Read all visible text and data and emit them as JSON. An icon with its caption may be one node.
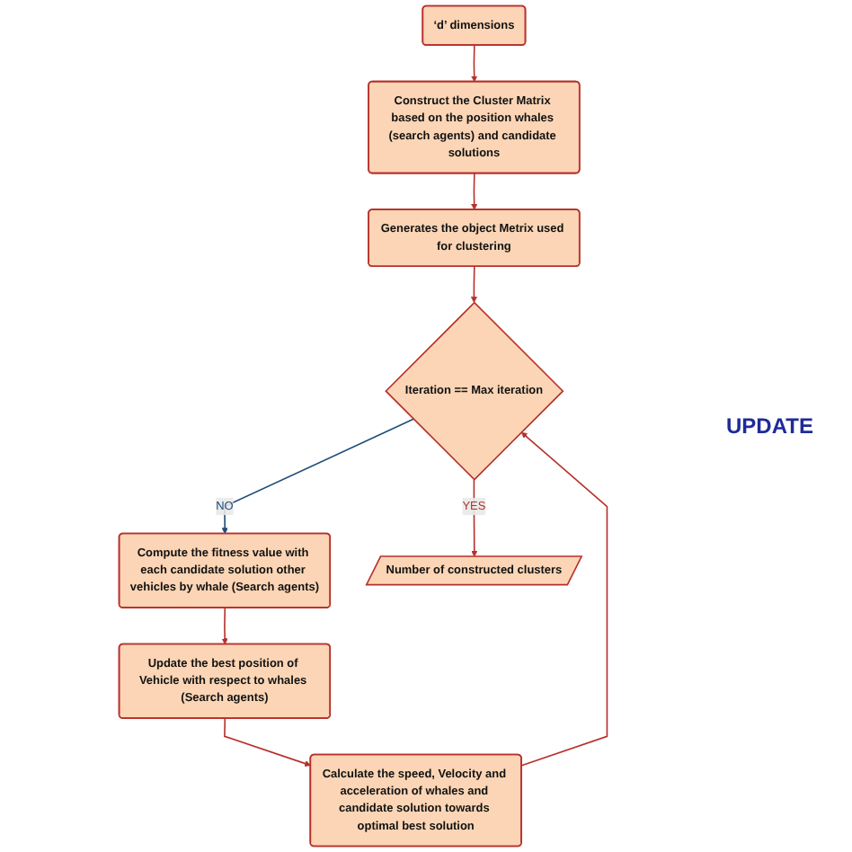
{
  "diagram": {
    "nodes": [
      {
        "text": [
          "‘d’ dimensions"
        ]
      },
      {
        "text": [
          "Construct the Cluster Matrix based on the position whales (search agents) and candidate solutions"
        ]
      },
      {
        "text": [
          "Generates the object Metrix used for clustering"
        ]
      },
      {
        "text": [
          "Iteration == Max iteration"
        ]
      },
      {
        "text": [
          "Compute the fitness value with each candidate solution other vehicles by whale (Search agents)"
        ]
      },
      {
        "text": [
          "Update the best position of Vehicle with respect to whales (Search agents)"
        ]
      },
      {
        "text": [
          "Calculate the speed, Velocity and acceleration of whales and candidate solution towards optimal best solution"
        ]
      },
      {
        "text": [
          "Number of constructed clusters"
        ]
      }
    ],
    "edges": [
      {
        "from": 0,
        "to": 1,
        "arrow": "to"
      },
      {
        "from": 1,
        "to": 2,
        "arrow": "to"
      },
      {
        "from": 2,
        "to": 3,
        "arrow": "to"
      },
      {
        "from": 3,
        "to": 4,
        "arrow": "to",
        "label": "NO",
        "color": "#1f4e79"
      },
      {
        "from": 4,
        "to": 5,
        "arrow": "to"
      },
      {
        "from": 5,
        "to": 6,
        "arrow": "to"
      },
      {
        "from": 6,
        "to": 3,
        "arrow": "to"
      },
      {
        "from": 3,
        "to": 7,
        "arrow": "to",
        "label": "YES"
      }
    ],
    "labels": [
      "UPDATE"
    ]
  }
}
